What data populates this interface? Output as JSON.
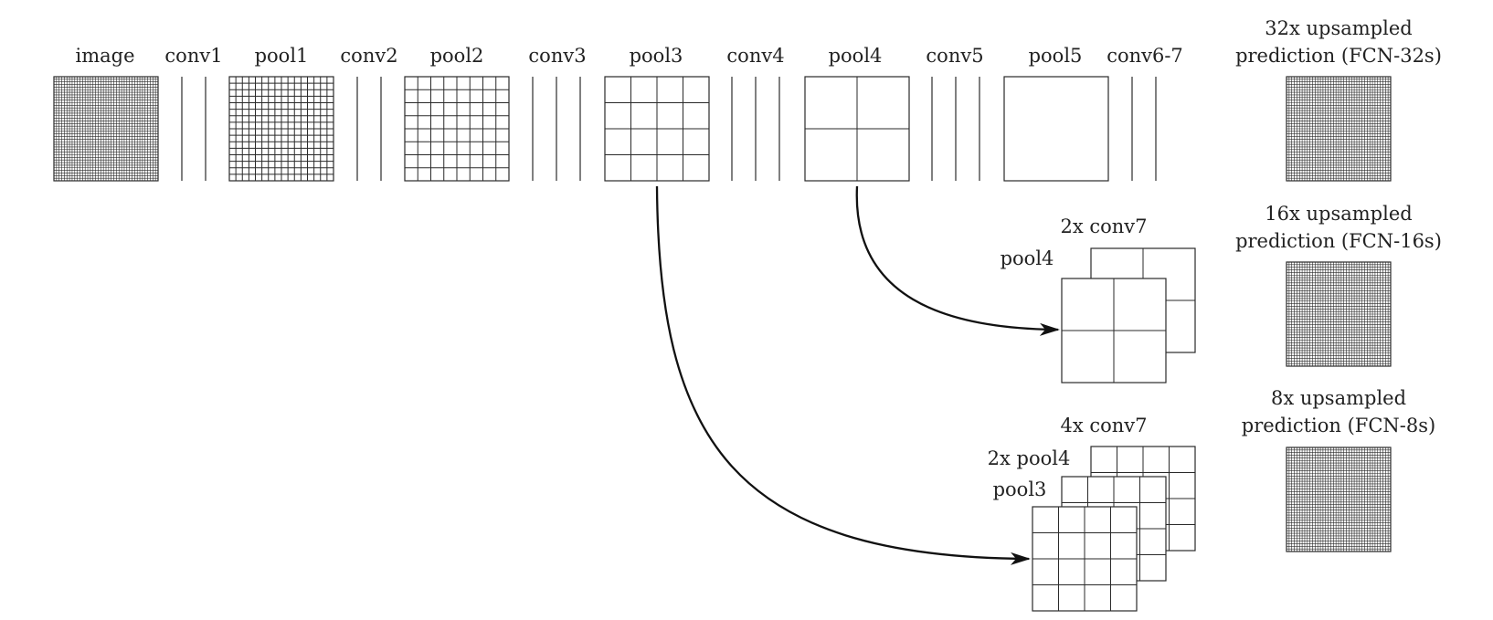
{
  "colors": {
    "line": "#2a2a2a",
    "label": "#222222",
    "background": "#ffffff"
  },
  "top_row": {
    "image": "image",
    "conv1": "conv1",
    "pool1": "pool1",
    "conv2": "conv2",
    "pool2": "pool2",
    "conv3": "conv3",
    "pool3": "pool3",
    "conv4": "conv4",
    "pool4": "pool4",
    "conv5": "conv5",
    "pool5": "pool5",
    "conv6_7": "conv6-7"
  },
  "fcn32": {
    "line1": "32x upsampled",
    "line2": "prediction (FCN-32s)"
  },
  "fcn16": {
    "line1": "16x upsampled",
    "line2": "prediction (FCN-16s)",
    "conv7_label": "2x conv7",
    "pool4_label": "pool4"
  },
  "fcn8": {
    "line1": "8x upsampled",
    "line2": "prediction (FCN-8s)",
    "conv7_label": "4x conv7",
    "pool4_label": "2x pool4",
    "pool3_label": "pool3"
  }
}
